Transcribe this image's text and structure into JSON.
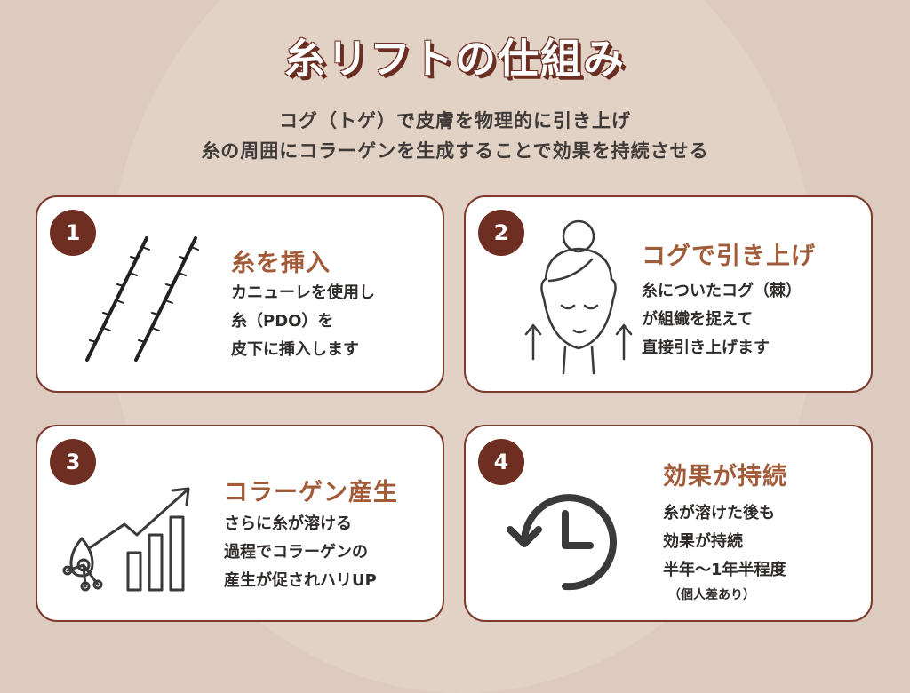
{
  "title": "糸リフトの仕組み",
  "subtitle_lines": [
    "コグ（トゲ）で皮膚を物理的に引き上げ",
    "糸の周囲にコラーゲンを生成することで効果を持続させる"
  ],
  "colors": {
    "background": "#dccbbe",
    "card_border": "#7c3b2c",
    "badge": "#6e2e22",
    "heading": "#a25b38",
    "body_text": "#2f2b2a"
  },
  "cards": [
    {
      "number": "1",
      "title": "糸を挿入",
      "icon": "barbed-thread-icon",
      "lines": [
        "カニューレを使用し",
        "糸（PDO）を",
        "皮下に挿入します"
      ]
    },
    {
      "number": "2",
      "title": "コグで引き上げ",
      "icon": "face-lift-icon",
      "lines": [
        "糸についたコグ（棘）",
        "が組織を捉えて",
        "直接引き上げます"
      ]
    },
    {
      "number": "3",
      "title": "コラーゲン産生",
      "icon": "collagen-growth-chart-icon",
      "lines": [
        "さらに糸が溶ける",
        "過程でコラーゲンの",
        "産生が促されハリUP"
      ]
    },
    {
      "number": "4",
      "title": "効果が持続",
      "icon": "clock-history-icon",
      "lines": [
        "糸が溶けた後も",
        "効果が持続",
        "半年〜1年半程度"
      ],
      "note": "（個人差あり）"
    }
  ]
}
